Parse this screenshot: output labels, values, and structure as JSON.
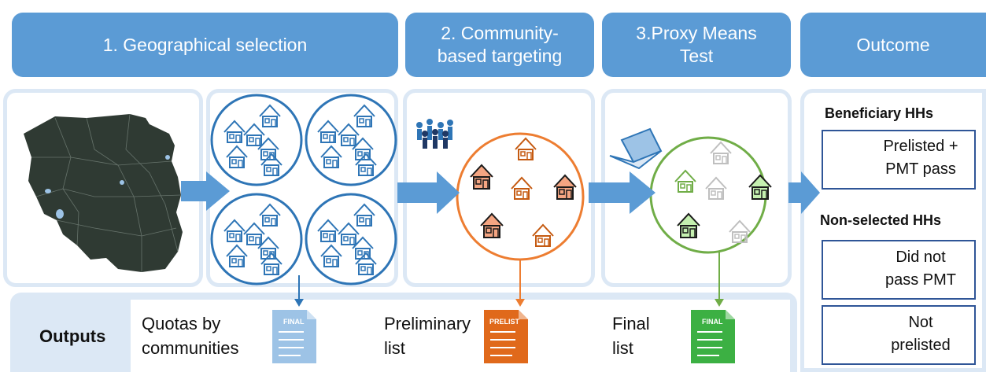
{
  "headers": [
    "1.   Geographical selection",
    "2.  Community-\nbased targeting",
    "3.Proxy Means\nTest",
    "Outcome"
  ],
  "outputs": {
    "label": "Outputs",
    "items": [
      "Quotas by\ncommunities",
      "Preliminary\nlist",
      "Final\nlist"
    ],
    "doc_titles": [
      "FINAL",
      "PRELIST",
      "FINAL"
    ]
  },
  "outcome": {
    "beneficiary_title": "Beneficiary HHs",
    "beneficiary_label": "Prelisted +\nPMT pass",
    "nonselected_title": "Non-selected HHs",
    "did_not_pass_label": "Did not\npass PMT",
    "not_prelisted_label": "Not\nprelisted"
  },
  "colors": {
    "header_blue": "#5b9bd5",
    "panel_border": "#dce8f5",
    "map_fill": "#2f3a33",
    "circle_blue": "#2e75b6",
    "circle_orange": "#ed7d31",
    "circle_green": "#70ad47",
    "house_blue": "#2e75b6",
    "house_orange": "#c55a11",
    "house_green_fill": "#c5f0b0",
    "house_grey": "#bfbfbf",
    "legend_border": "#2f5597"
  }
}
